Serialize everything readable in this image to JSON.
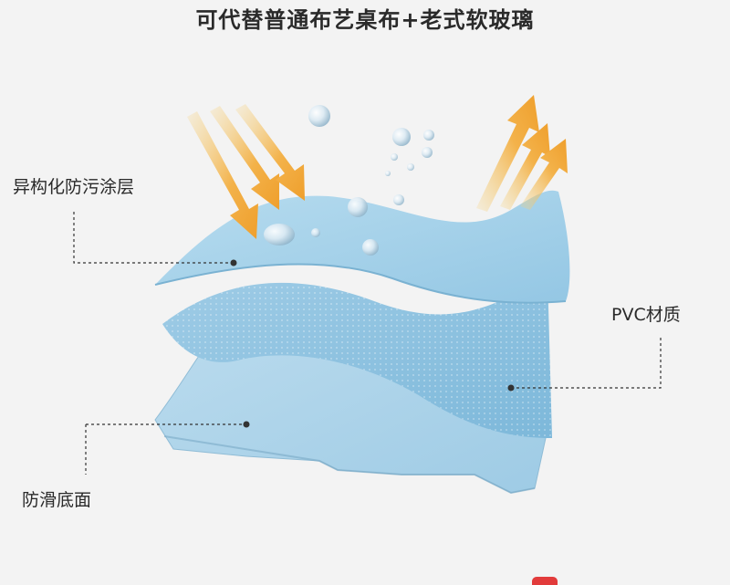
{
  "title": "可代替普通布艺桌布+老式软玻璃",
  "labels": {
    "coating": "异构化防污涂层",
    "material": "PVC材质",
    "bottom": "防滑底面"
  },
  "colors": {
    "background": "#f3f3f3",
    "layer_light": "#a9d2e8",
    "layer_mid": "#8fc3e0",
    "arrow": "#f2a93b",
    "leader_line": "#333333"
  }
}
